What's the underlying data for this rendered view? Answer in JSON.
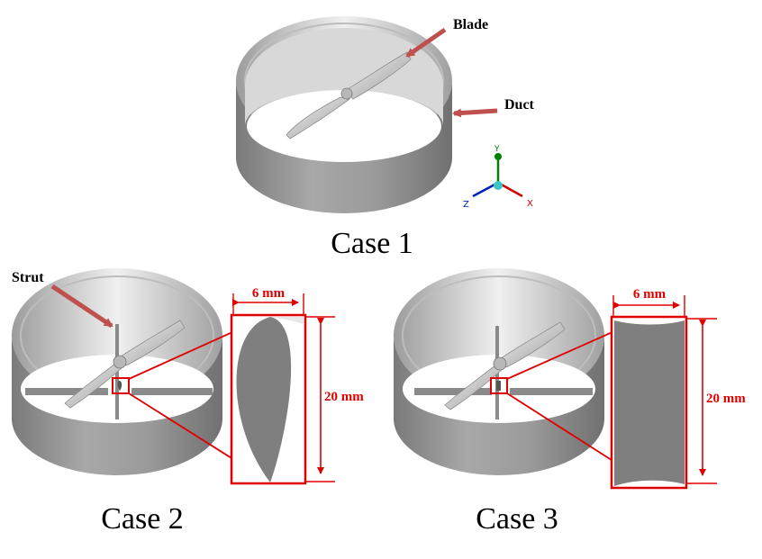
{
  "cases": [
    {
      "caption": "Case 1"
    },
    {
      "caption": "Case 2"
    },
    {
      "caption": "Case 3"
    }
  ],
  "callouts": {
    "blade": "Blade",
    "duct": "Duct",
    "strut": "Strut"
  },
  "dimensions": {
    "case2_width": "6 mm",
    "case2_height": "20 mm",
    "case3_width": "6 mm",
    "case3_height": "20 mm"
  },
  "axes": {
    "x": "X",
    "y": "Y",
    "z": "Z"
  },
  "colors": {
    "duct": "#8f8f8f",
    "duct_rim": "#e6e6e6",
    "blade": "#d9d9d9",
    "arrow": "#c0504d",
    "highlight": "#e00000",
    "section_fill": "#7f7f7f",
    "axis_x": "#d00000",
    "axis_y": "#008000",
    "axis_z": "#0020c0"
  }
}
